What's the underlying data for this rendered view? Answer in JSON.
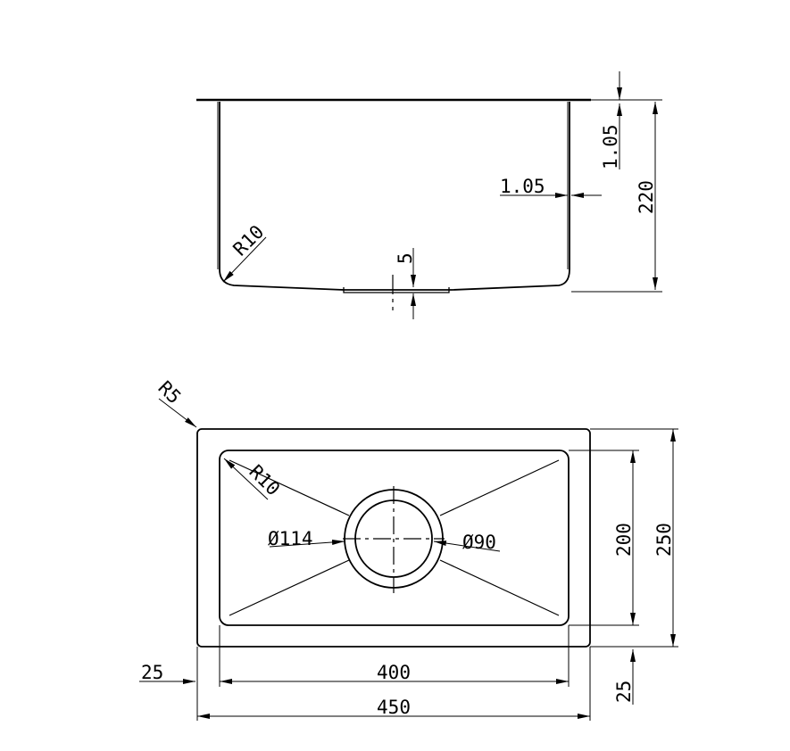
{
  "colors": {
    "ink": "#000000",
    "background": "#ffffff"
  },
  "side_view": {
    "dim_rim_thickness": "1.05",
    "dim_wall_thickness": "1.05",
    "dim_depth": "220",
    "dim_corner_radius": "R10",
    "dim_drain_offset": "5"
  },
  "top_view": {
    "dim_outer_corner_radius": "R5",
    "dim_inner_corner_radius": "R10",
    "dim_drain_outer": "Ø114",
    "dim_drain_inner": "Ø90",
    "dim_inner_height": "200",
    "dim_outer_height": "250",
    "dim_rim_left": "25",
    "dim_rim_bottom": "25",
    "dim_inner_width": "400",
    "dim_outer_width": "450"
  }
}
